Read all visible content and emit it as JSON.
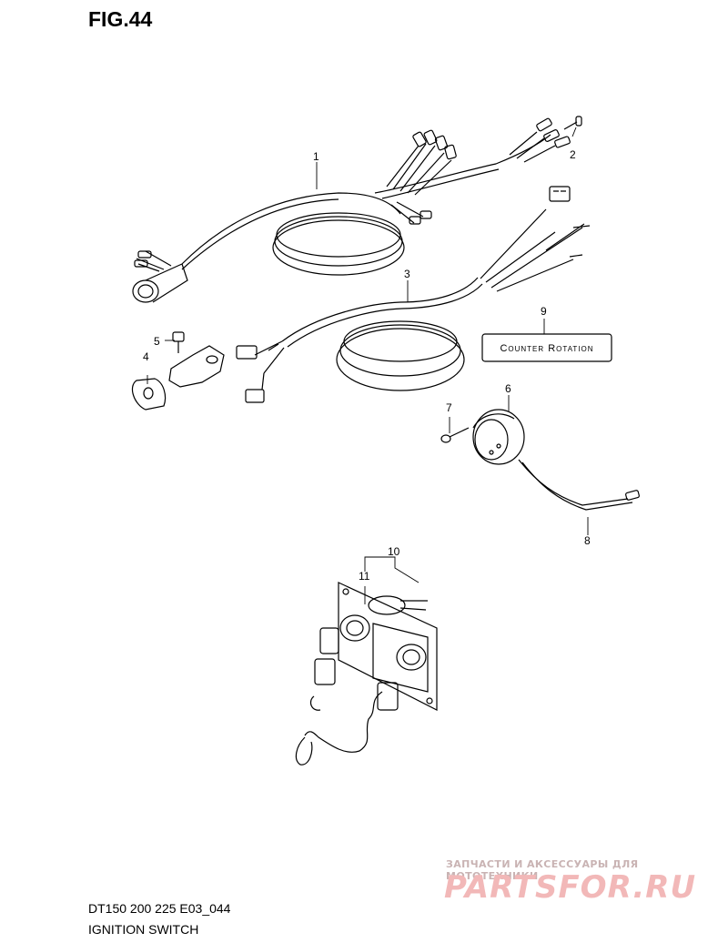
{
  "figure": {
    "title": "FIG.44"
  },
  "callouts": [
    "1",
    "2",
    "3",
    "4",
    "5",
    "6",
    "7",
    "8",
    "9",
    "10",
    "11"
  ],
  "decal": {
    "text": "Counter Rotation"
  },
  "footer": {
    "code": "DT150 200 225 E03_044",
    "name": "IGNITION SWITCH"
  },
  "watermark": {
    "subtitle": "ЗАПЧАСТИ И АКСЕССУАРЫ ДЛЯ МОТОТЕХНИКИ",
    "brand": "PARTSFOR.RU"
  }
}
